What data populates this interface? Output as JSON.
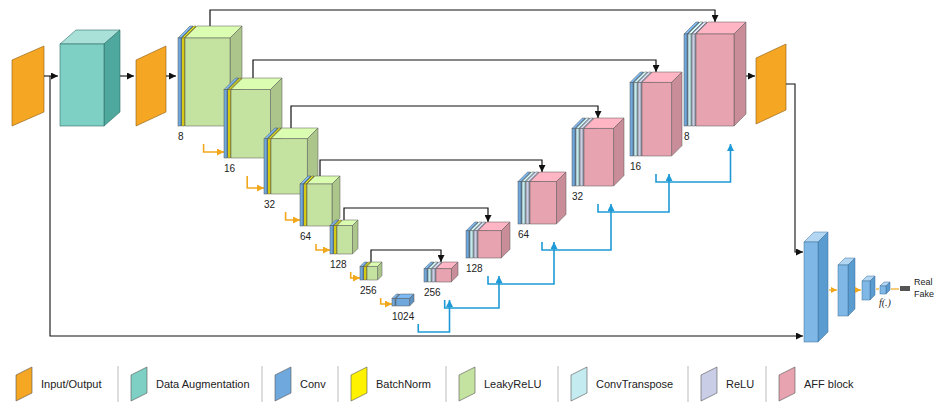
{
  "diagram": {
    "nodes": [
      {
        "text": [
          "8"
        ]
      },
      {
        "text": [
          "16"
        ]
      },
      {
        "text": [
          "32"
        ]
      },
      {
        "text": [
          "64"
        ]
      },
      {
        "text": [
          "128"
        ]
      },
      {
        "text": [
          "256"
        ]
      },
      {
        "text": [
          "1024"
        ]
      },
      {
        "text": [
          "256"
        ]
      },
      {
        "text": [
          "128"
        ]
      },
      {
        "text": [
          "64"
        ]
      },
      {
        "text": [
          "32"
        ]
      },
      {
        "text": [
          "16"
        ]
      },
      {
        "text": [
          "8"
        ]
      }
    ],
    "edges": [
      {
        "from": 0,
        "to": 1,
        "arrow": "to"
      },
      {
        "from": 1,
        "to": 2,
        "arrow": "to"
      },
      {
        "from": 2,
        "to": 3,
        "arrow": "to"
      },
      {
        "from": 3,
        "to": 4,
        "arrow": "to"
      },
      {
        "from": 4,
        "to": 5,
        "arrow": "to"
      },
      {
        "from": 5,
        "to": 6,
        "arrow": "to"
      },
      {
        "from": 6,
        "to": 7,
        "arrow": "to"
      },
      {
        "from": 7,
        "to": 8,
        "arrow": "to"
      },
      {
        "from": 8,
        "to": 9,
        "arrow": "to"
      },
      {
        "from": 9,
        "to": 10,
        "arrow": "to"
      },
      {
        "from": 10,
        "to": 11,
        "arrow": "to"
      },
      {
        "from": 11,
        "to": 12,
        "arrow": "to"
      },
      {
        "from": 0,
        "to": 12,
        "arrow": "to"
      },
      {
        "from": 1,
        "to": 11,
        "arrow": "to"
      },
      {
        "from": 2,
        "to": 10,
        "arrow": "to"
      },
      {
        "from": 3,
        "to": 9,
        "arrow": "to"
      },
      {
        "from": 4,
        "to": 8,
        "arrow": "to"
      },
      {
        "from": 5,
        "to": 7,
        "arrow": "to"
      }
    ],
    "labels": [
      "f(.)",
      "Real",
      "Fake"
    ],
    "legend": [
      {
        "text": "Input/Output",
        "color": "#f5a623"
      },
      {
        "text": "Data Augmentation",
        "color": "#7ecfc4"
      },
      {
        "text": "Conv",
        "color": "#6fa8dc"
      },
      {
        "text": "BatchNorm",
        "color": "#fff200"
      },
      {
        "text": "LeakyReLU",
        "color": "#c5e3a0"
      },
      {
        "text": "ConvTranspose",
        "color": "#c4ecf0"
      },
      {
        "text": "ReLU",
        "color": "#c9cde6"
      },
      {
        "text": "AFF block",
        "color": "#e8a3b0"
      }
    ]
  }
}
